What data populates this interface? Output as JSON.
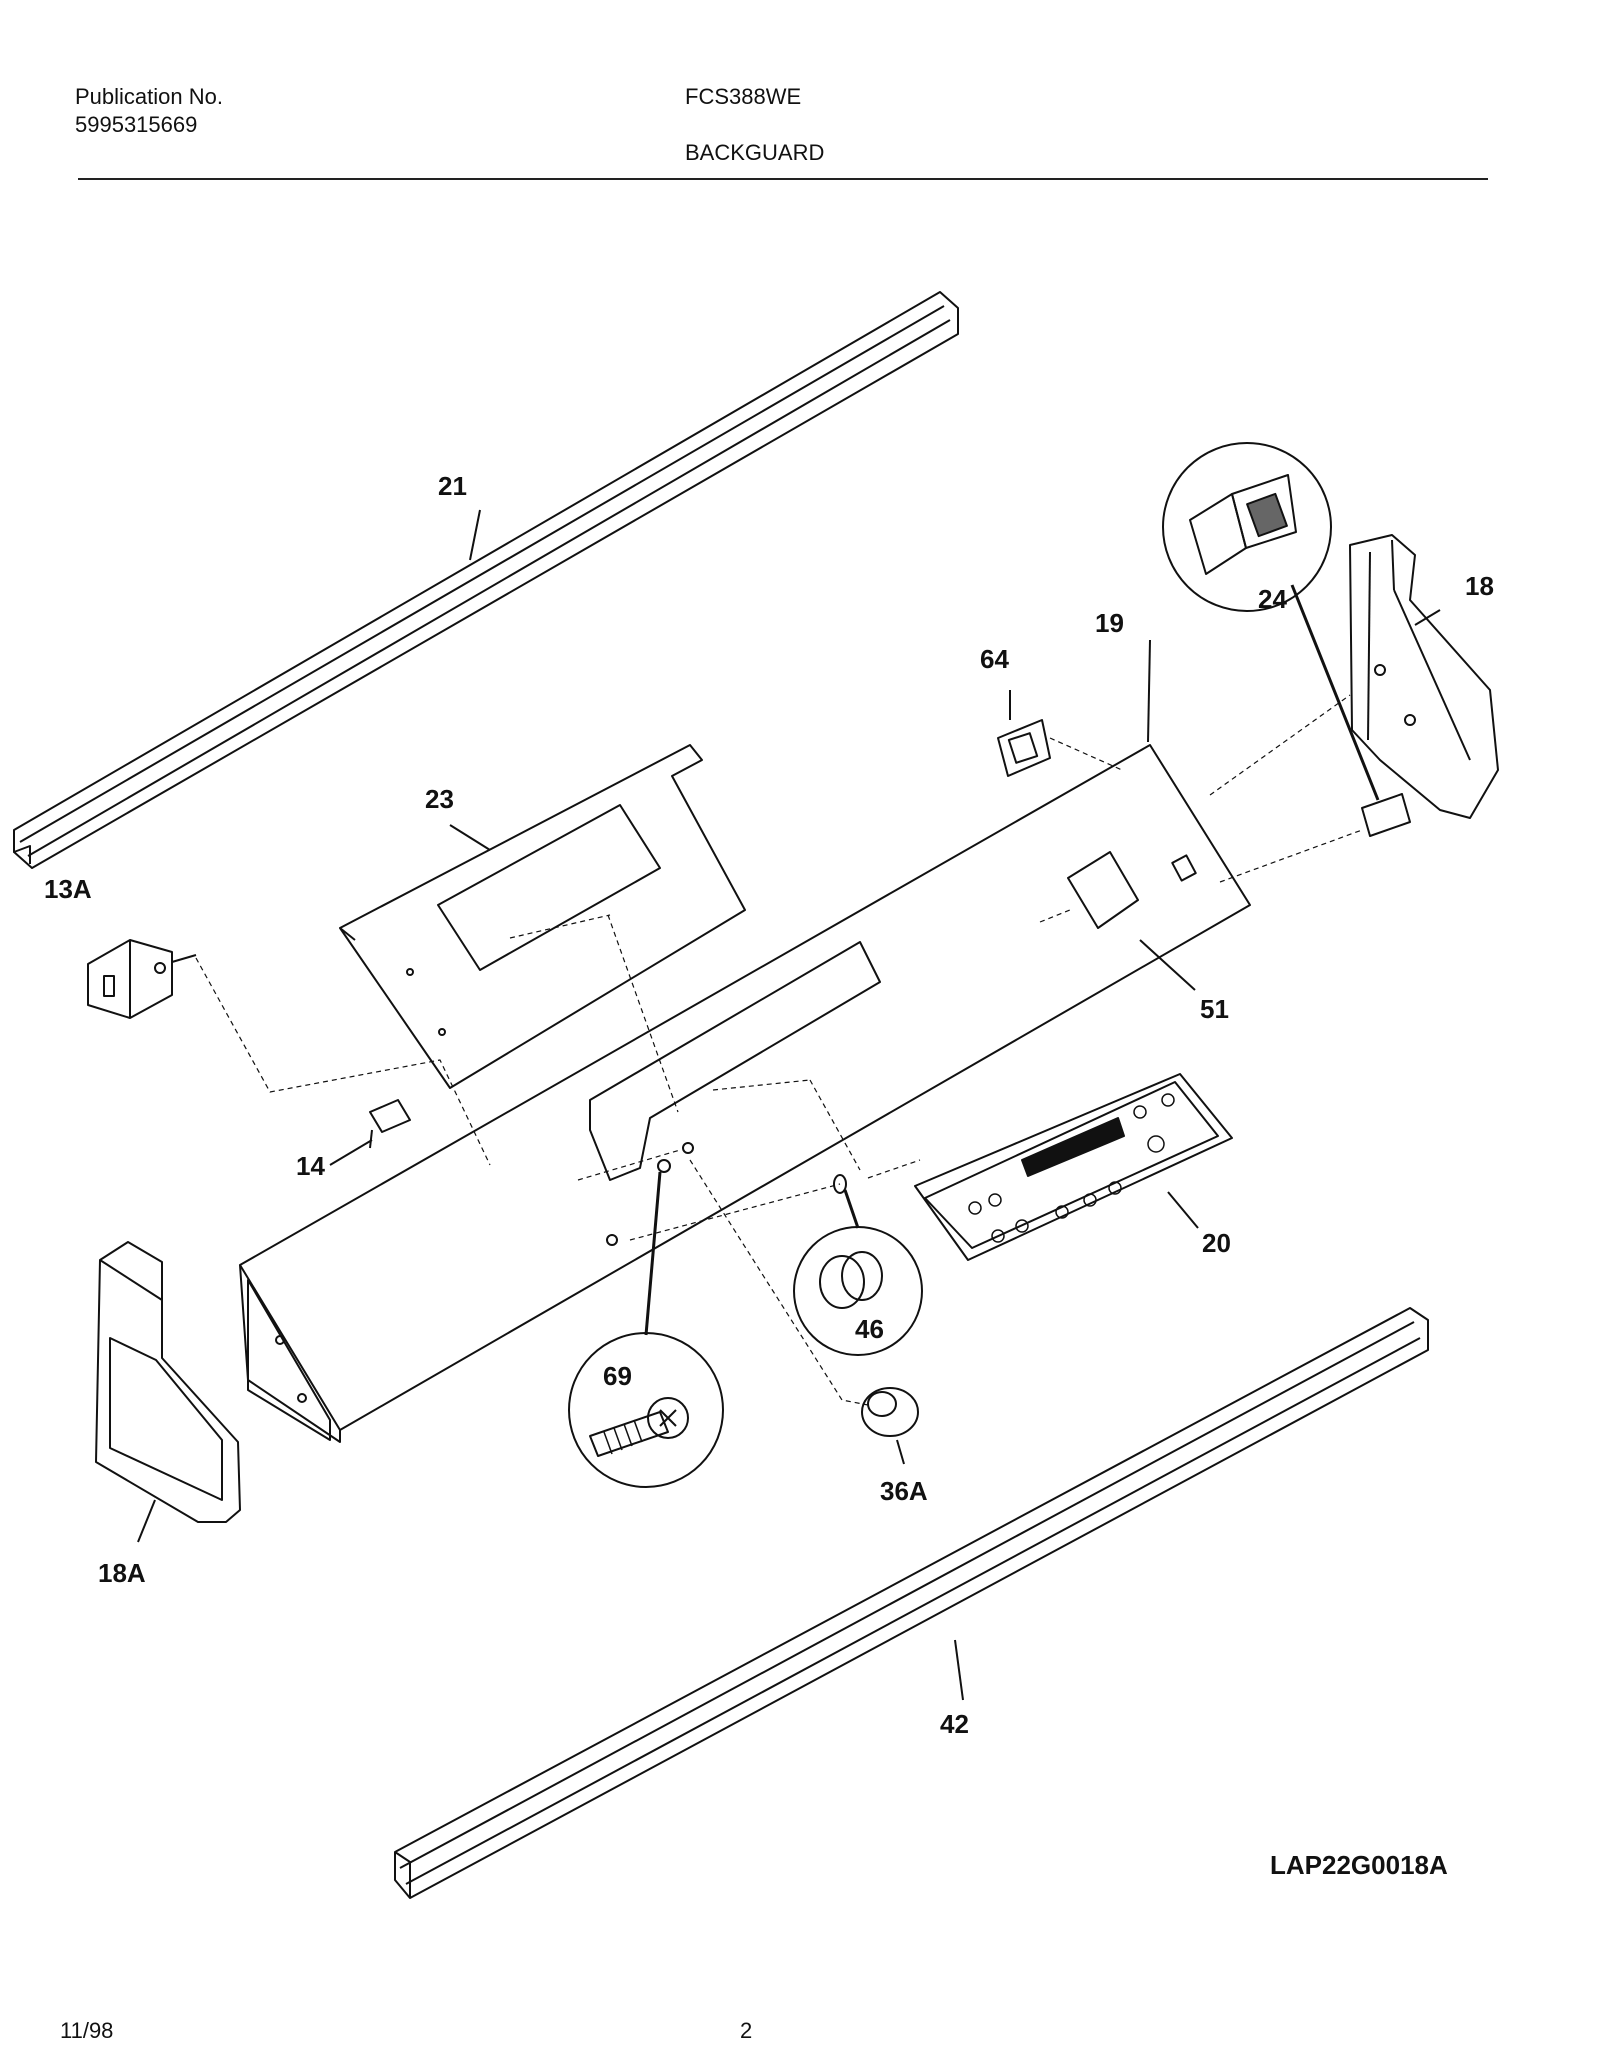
{
  "header": {
    "publication_label": "Publication No.",
    "publication_number": "5995315669",
    "model": "FCS388WE",
    "section": "BACKGUARD"
  },
  "diagram": {
    "callouts": [
      {
        "id": "21",
        "label": "21"
      },
      {
        "id": "24",
        "label": "24"
      },
      {
        "id": "18",
        "label": "18"
      },
      {
        "id": "19",
        "label": "19"
      },
      {
        "id": "64",
        "label": "64"
      },
      {
        "id": "23",
        "label": "23"
      },
      {
        "id": "13A",
        "label": "13A"
      },
      {
        "id": "51",
        "label": "51"
      },
      {
        "id": "14",
        "label": "14"
      },
      {
        "id": "20",
        "label": "20"
      },
      {
        "id": "46",
        "label": "46"
      },
      {
        "id": "69",
        "label": "69"
      },
      {
        "id": "36A",
        "label": "36A"
      },
      {
        "id": "18A",
        "label": "18A"
      },
      {
        "id": "42",
        "label": "42"
      }
    ],
    "drawing_code": "LAP22G0018A"
  },
  "footer": {
    "date": "11/98",
    "page": "2"
  }
}
